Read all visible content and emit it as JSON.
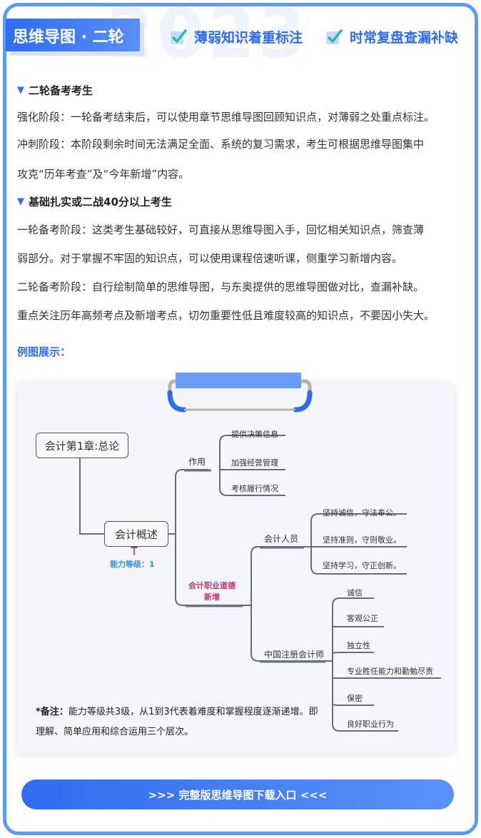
{
  "header": {
    "watermark": "2023",
    "title": "思维导图 · 二轮",
    "tags": [
      "薄弱知识着重标注",
      "时常复盘查漏补缺"
    ]
  },
  "sections": [
    {
      "heading": "二轮备考考生",
      "paragraphs": [
        "强化阶段：一轮备考结束后，可以使用章节思维导图回顾知识点，对薄弱之处重点标注。",
        "冲刺阶段：本阶段剩余时间无法满足全面、系统的复习需求，考生可根据思维导图集中",
        "攻克“历年考查”及“今年新增”内容。"
      ]
    },
    {
      "heading": "基础扎实或二战40分以上考生",
      "paragraphs": [
        "一轮备考阶段：这类考生基础较好，可直接从思维导图入手，回忆相关知识点，筛查薄",
        "弱部分。对于掌握不牢固的知识点，可以使用课程倍速听课，侧重学习新增内容。",
        "二轮备考阶段：自行绘制简单的思维导图，与东奥提供的思维导图做对比，查漏补缺。",
        "重点关注历年高频考点及新增考点，切勿重要性低且难度较高的知识点，不要因小失大。"
      ]
    }
  ],
  "example_label": "例图展示：",
  "mindmap": {
    "root": "会计第1章:总论",
    "main": "会计概述",
    "level_label": "能力等级：1",
    "branch_use": "作用",
    "use_items": [
      "提供决策信息",
      "加强经营管理",
      "考核履行情况"
    ],
    "ethics_line1": "会计职业道德",
    "ethics_line2": "新增",
    "accountant": "会计人员",
    "accountant_items": [
      "坚持诚信，守法奉公。",
      "坚持准则，守则敬业。",
      "坚持学习，守正创新。"
    ],
    "cpa": "中国注册会计师",
    "cpa_items": [
      "诚信",
      "客观公正",
      "独立性",
      "专业胜任能力和勤勉尽责",
      "保密",
      "良好职业行为"
    ],
    "note_label": "*备注：",
    "note_text": "能力等级共3级，从1到3代表着难度和掌握程度逐渐递增。即理解、简单应用和综合运用三个层次。"
  },
  "cta": ">>>  完整版思维导图下载入口  <<<",
  "colors": {
    "accent": "#2f6cf0",
    "ethics": "#c0357a",
    "line": "#666d7a"
  }
}
